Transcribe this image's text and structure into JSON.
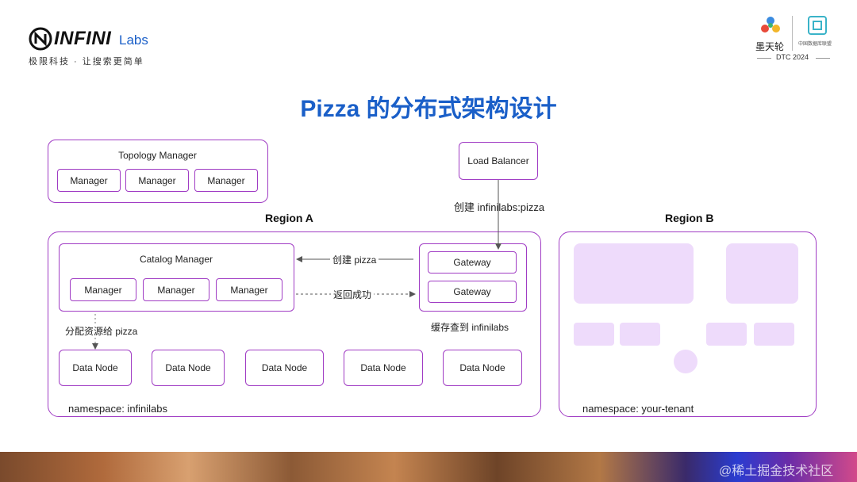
{
  "brand": {
    "name": "INFINI",
    "labs": "Labs",
    "slogan": "极限科技 · 让搜索更简单"
  },
  "partners": {
    "left_text": "墨天轮",
    "right_text": "中国数据库联盟",
    "event": "DTC 2024"
  },
  "title": "Pizza 的分布式架构设计",
  "topology": {
    "title": "Topology Manager",
    "managers": [
      "Manager",
      "Manager",
      "Manager"
    ]
  },
  "load_balancer": "Load Balancer",
  "edge_labels": {
    "create_tenant": "创建 infinilabs:pizza",
    "create_pizza": "创建 pizza",
    "return_success": "返回成功",
    "allocate": "分配资源给 pizza",
    "cache": "缓存查到 infinilabs"
  },
  "region_a": {
    "label": "Region A",
    "catalog": {
      "title": "Catalog Manager",
      "managers": [
        "Manager",
        "Manager",
        "Manager"
      ]
    },
    "gateways": [
      "Gateway",
      "Gateway"
    ],
    "data_nodes": [
      "Data Node",
      "Data Node",
      "Data Node",
      "Data Node",
      "Data Node"
    ],
    "namespace": "namespace: infinilabs"
  },
  "region_b": {
    "label": "Region B",
    "namespace": "namespace: your-tenant"
  },
  "watermark": "@稀土掘金技术社区",
  "colors": {
    "accent": "#a03cc4",
    "title": "#1a5fc8",
    "ghost": "#eedbfb"
  }
}
